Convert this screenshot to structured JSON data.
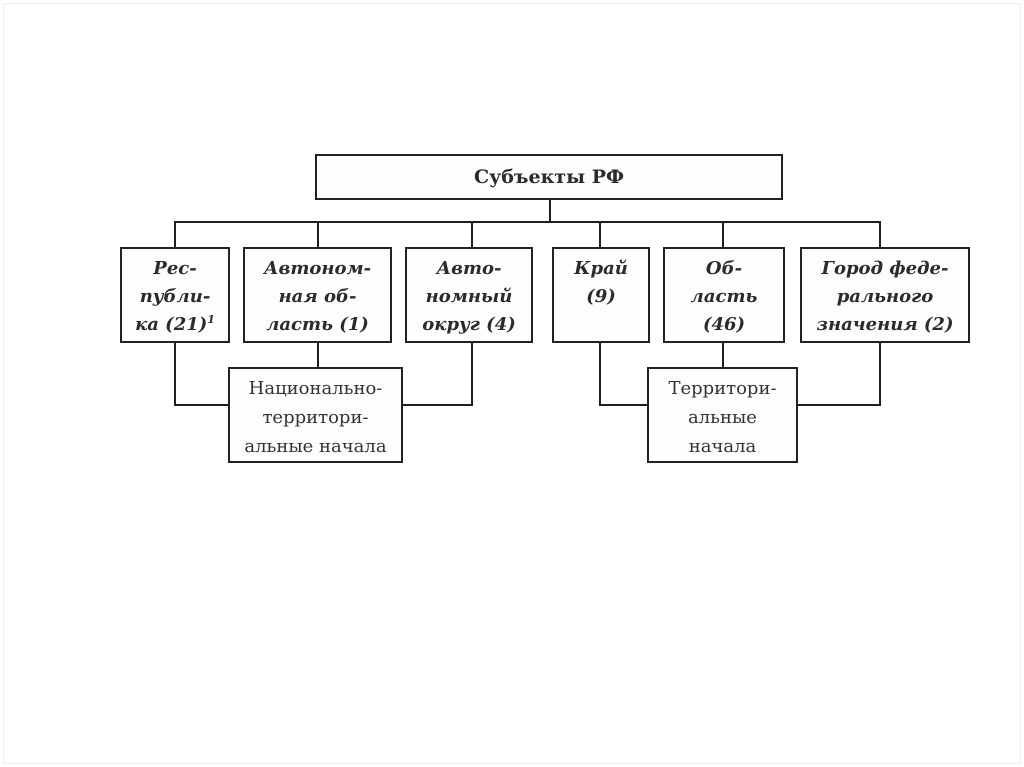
{
  "page": {
    "background_color": "#ffffff",
    "line_color": "#1f1f1f",
    "text_color": "#2b2b2b"
  },
  "diagram": {
    "root": {
      "label": "Субъекты РФ"
    },
    "subjects": [
      {
        "id": "republic",
        "lines": [
          "Рес-",
          "публи-",
          "ка (21)"
        ],
        "superscript": "1",
        "count": 21
      },
      {
        "id": "autonomous-oblast",
        "lines": [
          "Автоном-",
          "ная об-",
          "ласть (1)"
        ],
        "count": 1
      },
      {
        "id": "autonomous-okrug",
        "lines": [
          "Авто-",
          "номный",
          "округ (4)"
        ],
        "count": 4
      },
      {
        "id": "krai",
        "lines": [
          "Край",
          "(9)"
        ],
        "count": 9
      },
      {
        "id": "oblast",
        "lines": [
          "Об-",
          "ласть",
          "(46)"
        ],
        "count": 46
      },
      {
        "id": "federal-city",
        "lines": [
          "Город феде-",
          "рального",
          "значения (2)"
        ],
        "count": 2
      }
    ],
    "groups": [
      {
        "id": "national-territorial",
        "lines": [
          "Национально-",
          "территори-",
          "альные начала"
        ]
      },
      {
        "id": "territorial",
        "lines": [
          "Территори-",
          "альные",
          "начала"
        ]
      }
    ]
  }
}
